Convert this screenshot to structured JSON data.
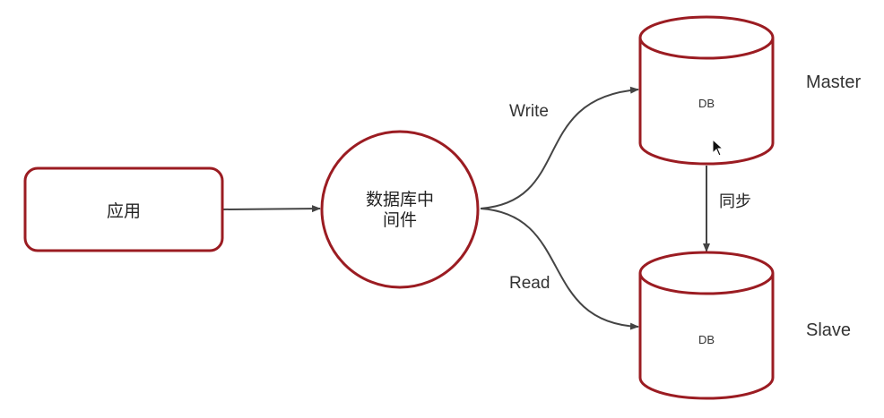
{
  "nodes": {
    "app": {
      "label": "应用"
    },
    "middleware": {
      "label_line1": "数据库中",
      "label_line2": "间件"
    },
    "master_db": {
      "label": "DB",
      "role": "Master"
    },
    "slave_db": {
      "label": "DB",
      "role": "Slave"
    }
  },
  "edges": {
    "write": {
      "label": "Write"
    },
    "read": {
      "label": "Read"
    },
    "sync": {
      "label": "同步"
    }
  },
  "colors": {
    "node_stroke": "#9b1c22",
    "edge": "#444444",
    "background": "#ffffff"
  },
  "icons": {
    "cursor": "mouse-pointer-icon"
  }
}
